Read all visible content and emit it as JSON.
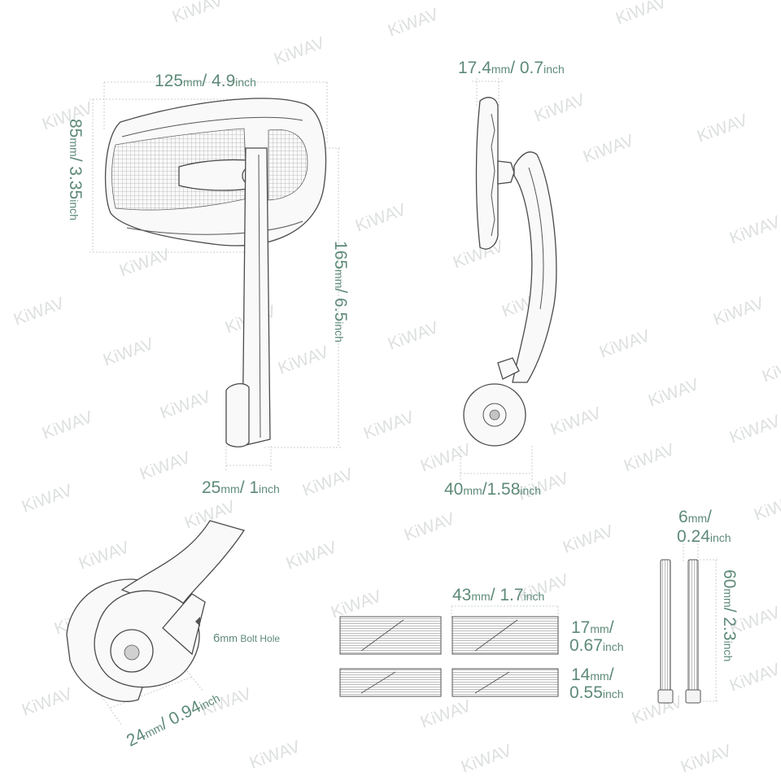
{
  "watermark": "KiWAV",
  "dimensions": {
    "width_top": {
      "mm_value": "125",
      "mm_unit": "mm",
      "sep": "/",
      "inch_value": " 4.9",
      "inch_unit": "inch"
    },
    "height_left": {
      "mm_value": "85",
      "mm_unit": "mm",
      "sep": "/",
      "inch_value": " 3.35",
      "inch_unit": "inch"
    },
    "height_total": {
      "mm_value": "165",
      "mm_unit": "mm",
      "sep": "/",
      "inch_value": " 6.5",
      "inch_unit": "inch"
    },
    "arm_width": {
      "mm_value": "25",
      "mm_unit": "mm",
      "sep": "/",
      "inch_value": "  1",
      "inch_unit": "inch"
    },
    "side_thickness": {
      "mm_value": "17.4",
      "mm_unit": "mm",
      "sep": "/",
      "inch_value": " 0.7",
      "inch_unit": "inch"
    },
    "side_base": {
      "mm_value": "40",
      "mm_unit": "mm",
      "sep": "/",
      "inch_value": "1.58",
      "inch_unit": "inch"
    },
    "clamp_diameter": {
      "mm_value": "24",
      "mm_unit": "mm",
      "sep": "/",
      "inch_value": " 0.94",
      "inch_unit": "inch"
    },
    "spacer_length": {
      "mm_value": "43",
      "mm_unit": "mm",
      "sep": "/",
      "inch_value": " 1.7",
      "inch_unit": "inch"
    },
    "spacer_a": {
      "mm_value": "17",
      "mm_unit": "mm",
      "sep": "/",
      "inch_value": "0.67",
      "inch_unit": "inch"
    },
    "spacer_b": {
      "mm_value": "14",
      "mm_unit": "mm",
      "sep": "/",
      "inch_value": "0.55",
      "inch_unit": "inch"
    },
    "bolt_diameter": {
      "mm_value": "6",
      "mm_unit": "mm",
      "sep": "/",
      "inch_value": "0.24",
      "inch_unit": "inch"
    },
    "bolt_length": {
      "mm_value": "60",
      "mm_unit": "mm",
      "sep": "/",
      "inch_value": " 2.3",
      "inch_unit": "inch"
    }
  },
  "notes": {
    "bolt_hole": {
      "size": "6",
      "unit": "mm",
      "label": " Bolt Hole"
    }
  }
}
